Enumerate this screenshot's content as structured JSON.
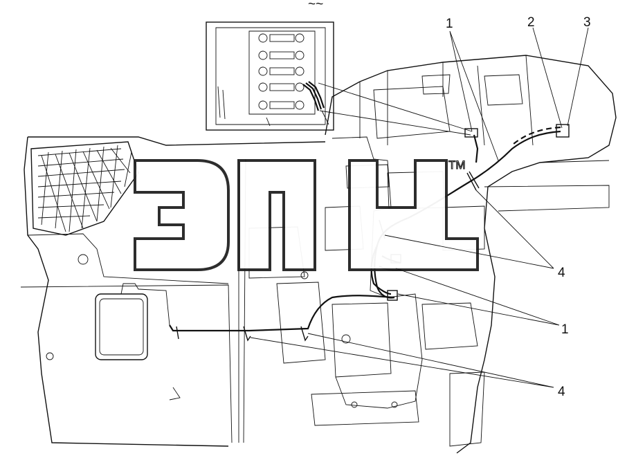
{
  "diagram": {
    "top_mark": "~~",
    "callouts": [
      {
        "id": "c1a",
        "text": "1"
      },
      {
        "id": "c2",
        "text": "2"
      },
      {
        "id": "c3",
        "text": "3"
      },
      {
        "id": "c4a",
        "text": "4"
      },
      {
        "id": "c1b",
        "text": "1"
      },
      {
        "id": "c4b",
        "text": "4"
      }
    ],
    "watermark": {
      "text": "ЭПЦ",
      "trademark": "TM"
    }
  }
}
